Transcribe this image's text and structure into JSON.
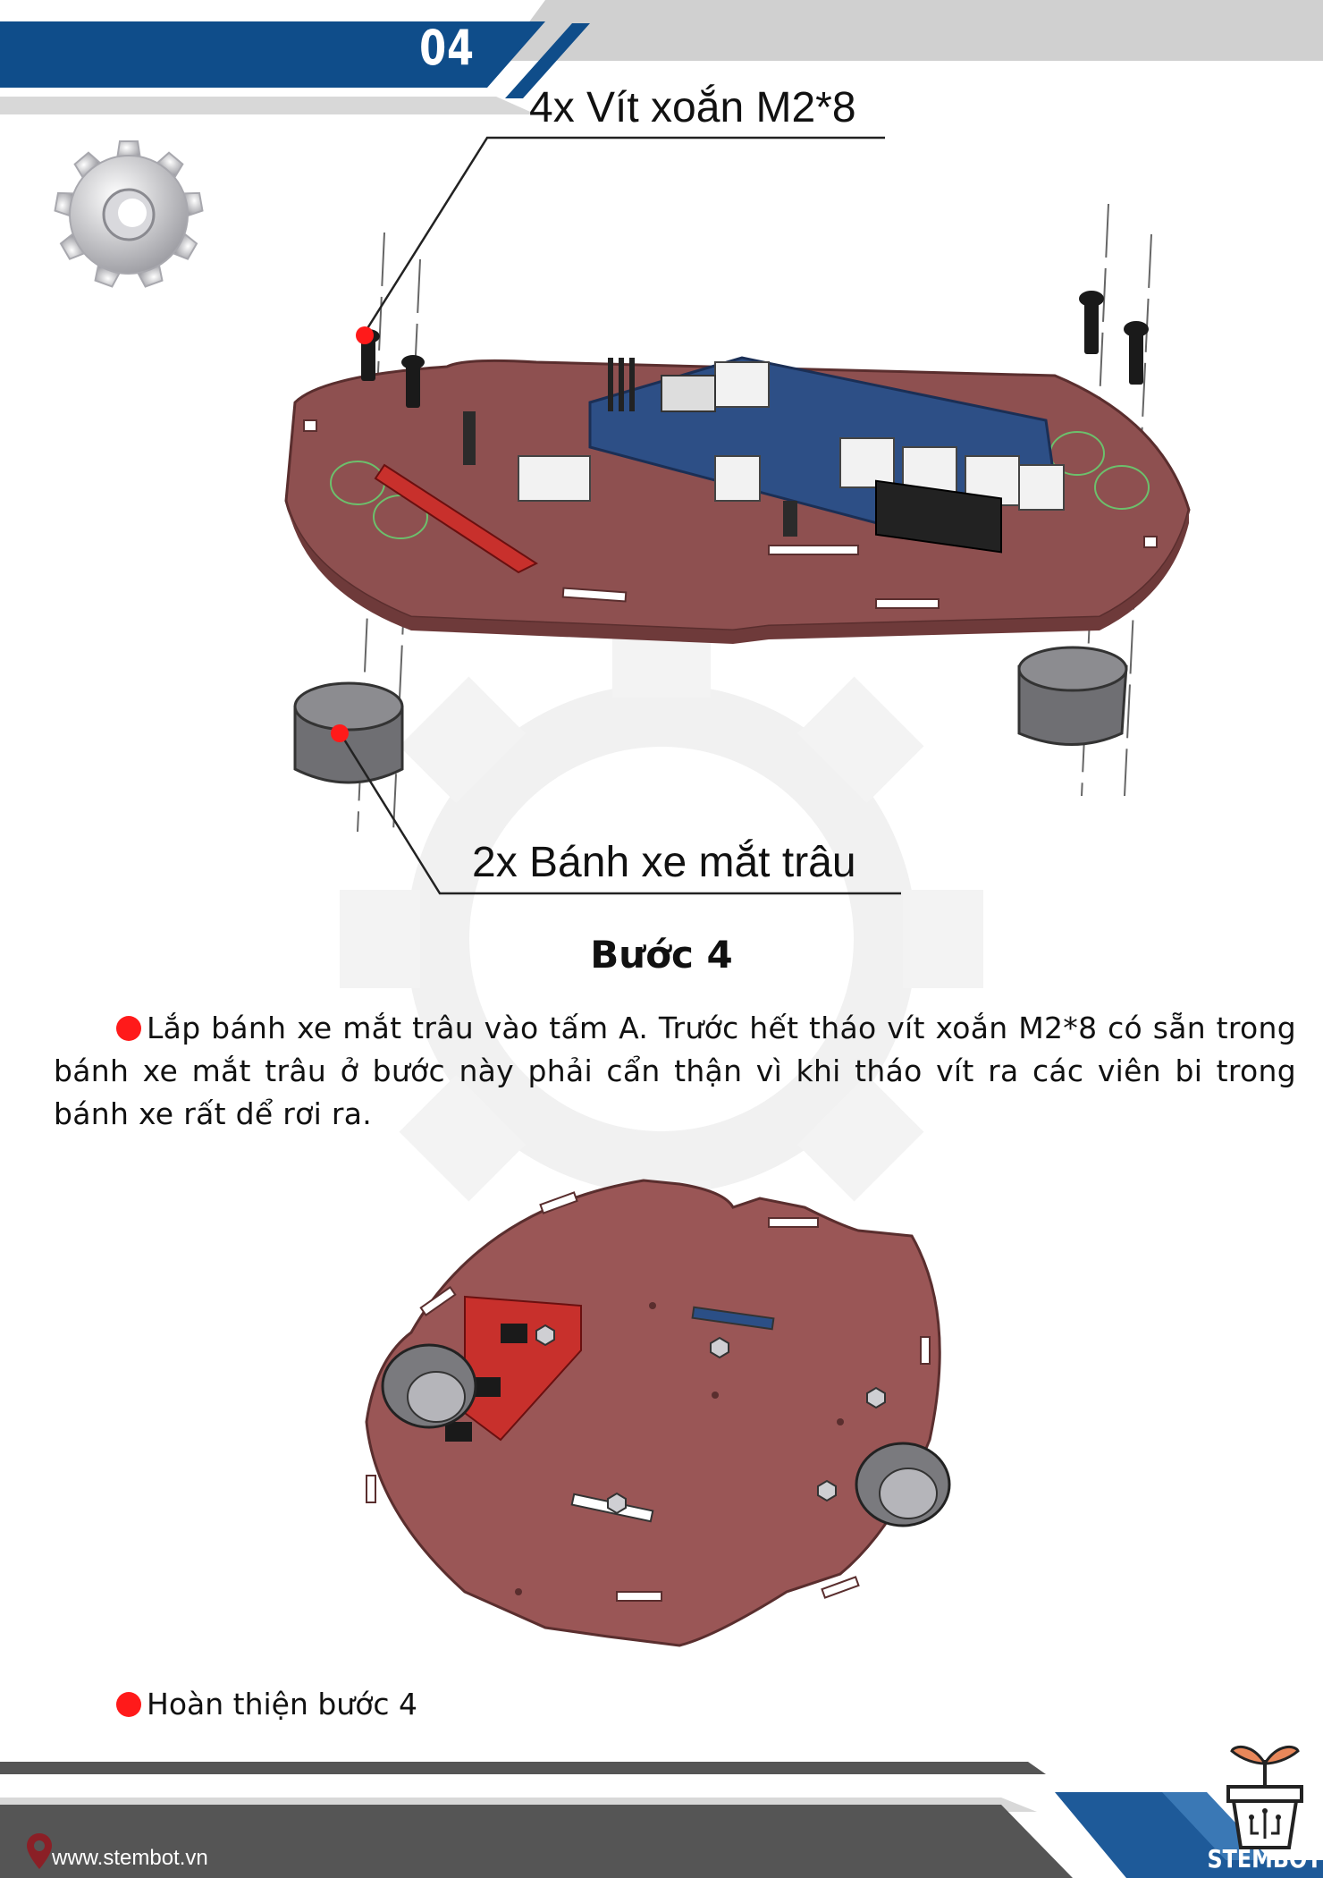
{
  "header": {
    "page_number": "04"
  },
  "callouts": {
    "screw": "4x Vít xoắn M2*8",
    "caster": "2x Bánh xe mắt trâu"
  },
  "step": {
    "title": "Bước 4",
    "instruction": "Lắp bánh xe mắt trâu vào tấm A. Trước hết tháo vít xoắn  M2*8 có sẵn trong bánh xe mắt trâu ở bước này phải cẩn thận vì khi tháo vít ra các viên bi trong bánh xe rất dể rơi ra.",
    "caption": "Hoàn thiện bước 4"
  },
  "footer": {
    "website": "www.stembot.vn",
    "brand": "STEMBOT"
  },
  "icons": [
    "gear-icon",
    "location-pin-icon",
    "plant-pot-logo-icon"
  ],
  "colors": {
    "accent_blue": "#0f4d8a",
    "bullet_red": "#ff1a1a",
    "plate_red": "#8e5050",
    "footer_gray": "#555555"
  }
}
